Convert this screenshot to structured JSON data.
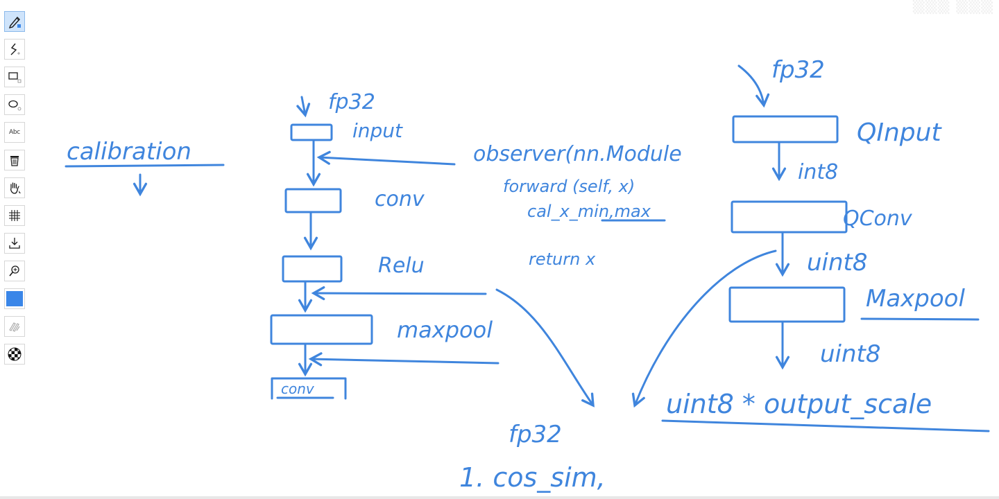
{
  "toolbar": {
    "text_tool_label": "Abc",
    "active_color": "#3a86e8",
    "tools": [
      "pen",
      "line",
      "rectangle",
      "ellipse",
      "text",
      "eraser",
      "pan",
      "grid",
      "download",
      "zoom",
      "color",
      "highlighter",
      "pattern"
    ]
  },
  "ink_color": "#3f85dd",
  "whiteboard": {
    "calibration_label": "calibration",
    "center_flow": {
      "fp32_in": "fp32",
      "input_label": "input",
      "conv_label": "conv",
      "relu_label": "Relu",
      "maxpool_label": "maxpool",
      "conv_box_label": "conv"
    },
    "observer_note": {
      "line1": "observer(nn.Module",
      "line2": "forward (self, x)",
      "line3": "cal_x_min,max",
      "line4": "return x"
    },
    "right_flow": {
      "fp32_in": "fp32",
      "qinput_label": "QInput",
      "int8_label": "int8",
      "qconv_label": "QConv",
      "uint8_label_1": "uint8",
      "maxpool_label": "Maxpool",
      "uint8_label_2": "uint8",
      "output_expr": "uint8 * output_scale"
    },
    "bottom_note": {
      "fp32": "fp32",
      "cos_sim": "1. cos_sim,"
    }
  }
}
